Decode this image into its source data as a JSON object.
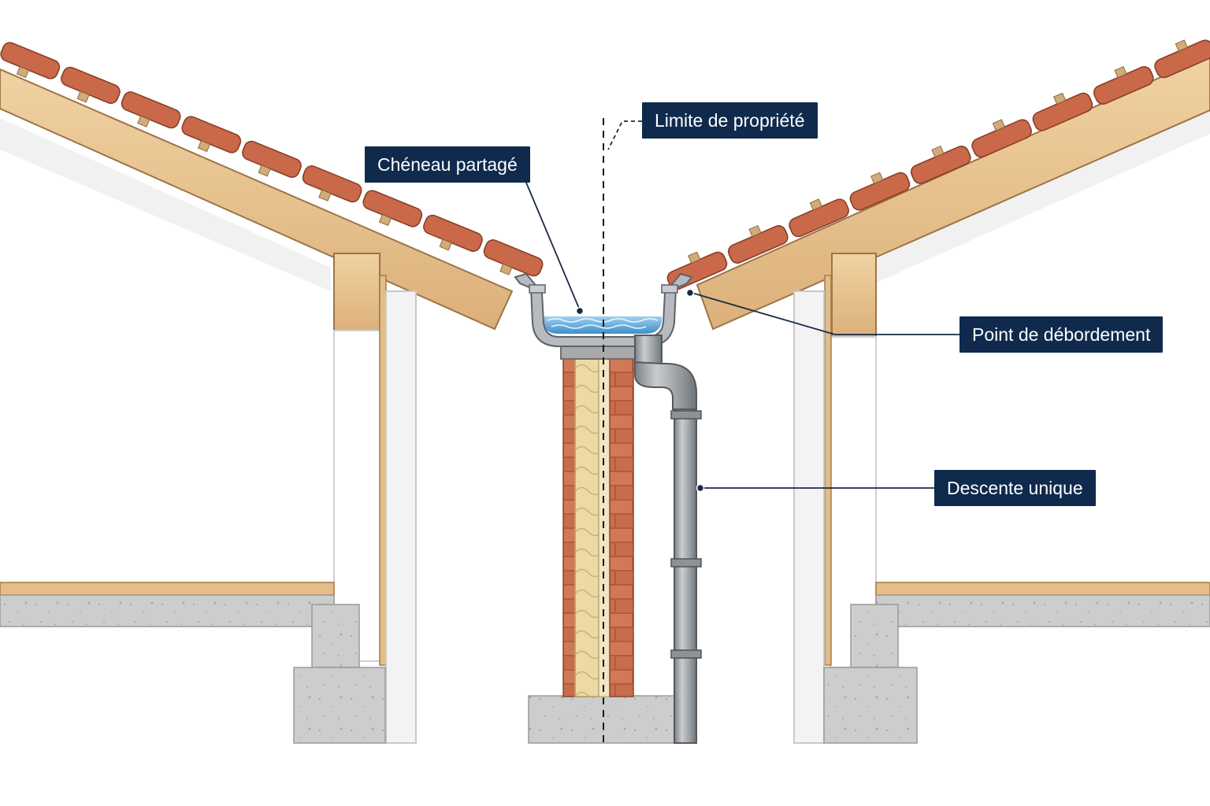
{
  "labels": {
    "shared_gutter": "Chéneau partagé",
    "property_line": "Limite de propriété",
    "overflow_point": "Point de débordement",
    "single_downpipe": "Descente unique"
  },
  "colors": {
    "label_bg": "#0f2a4d",
    "label_text": "#ffffff",
    "tile": "#c9694a",
    "timber": "#e9c48f",
    "brick": "#c7704f",
    "insulation": "#e8d29a",
    "concrete": "#cfcfcf",
    "metal": "#a3a8ad",
    "water": "#6fb2de",
    "wall": "#ffffff"
  }
}
